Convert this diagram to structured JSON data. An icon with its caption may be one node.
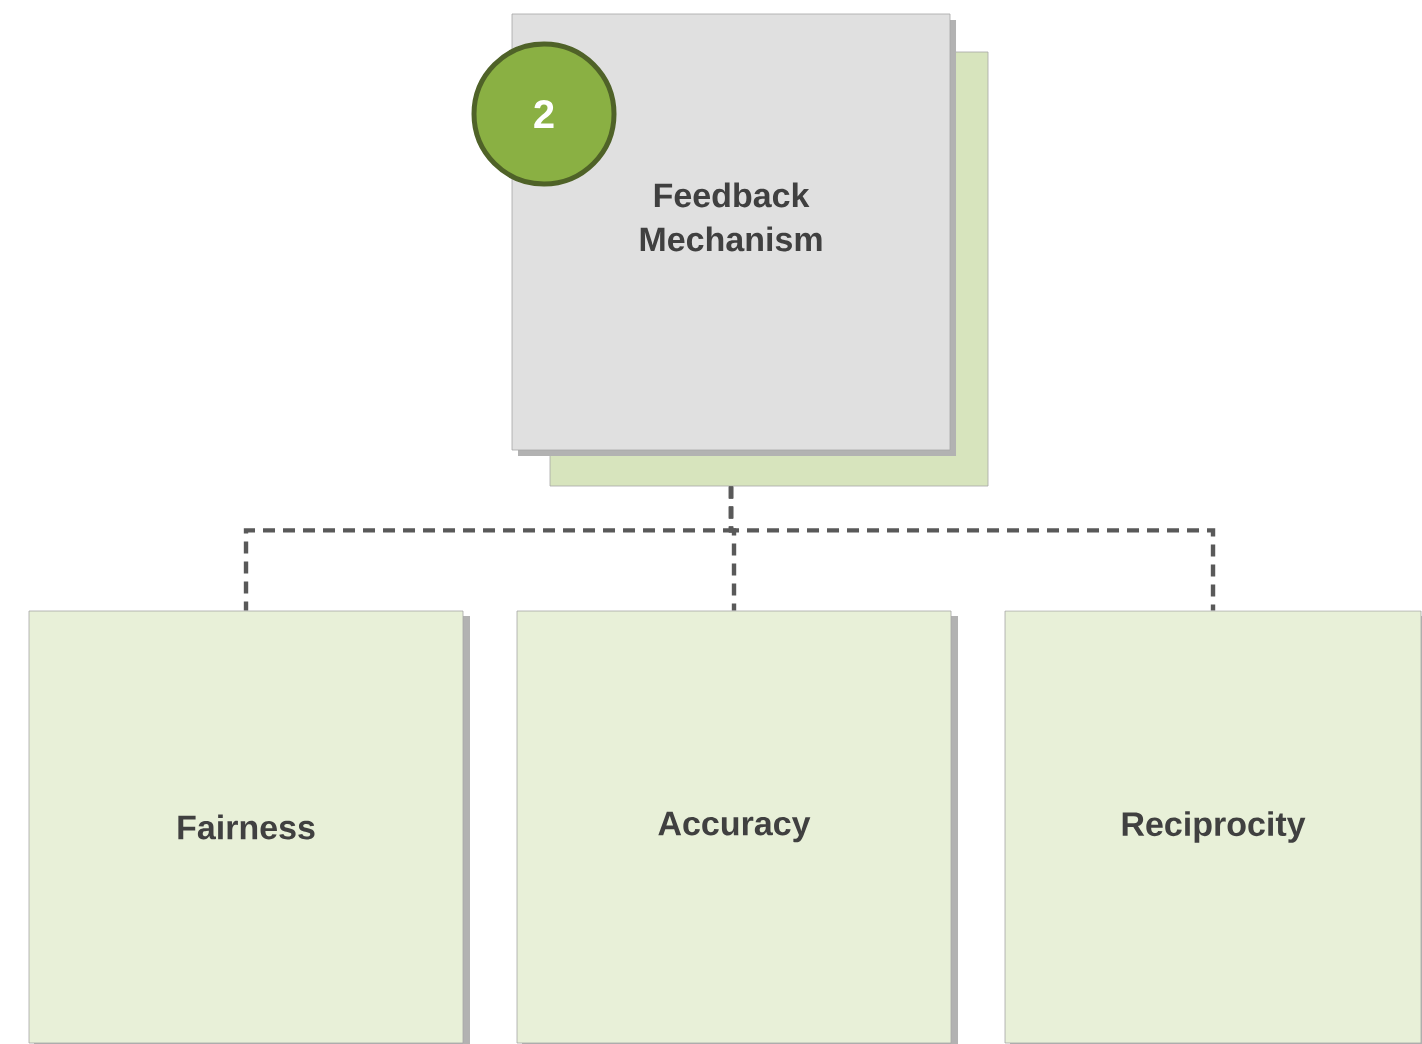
{
  "diagram": {
    "nodes": [
      {
        "text": [
          "Feedback Mechanism"
        ]
      },
      {
        "text": [
          "2"
        ]
      },
      {
        "text": [
          "Fairness"
        ]
      },
      {
        "text": [
          "Accuracy"
        ]
      },
      {
        "text": [
          "Reciprocity"
        ]
      }
    ],
    "edges": [
      {
        "from": 0,
        "to": 2,
        "arrow": "none",
        "style": "dashed"
      },
      {
        "from": 0,
        "to": 3,
        "arrow": "none",
        "style": "dashed"
      },
      {
        "from": 0,
        "to": 4,
        "arrow": "none",
        "style": "dashed"
      }
    ]
  }
}
